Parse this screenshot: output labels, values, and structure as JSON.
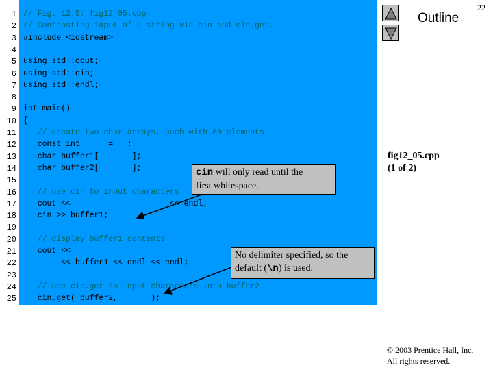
{
  "slide": {
    "page_number": "22",
    "outline_title": "Outline",
    "fig_name": "fig12_05.cpp",
    "fig_part": "(1 of 2)",
    "copyright_line1": "© 2003 Prentice Hall, Inc.",
    "copyright_line2": "All rights reserved."
  },
  "nav": {
    "up_icon": "triangle-up-icon",
    "down_icon": "triangle-down-icon"
  },
  "code": {
    "lines": [
      {
        "no": "1",
        "text": "// Fig. 12.5: fig12_05.cpp"
      },
      {
        "no": "2",
        "text": "// Contrasting input of a string via cin and cin.get."
      },
      {
        "no": "3",
        "text": "#include <iostream>"
      },
      {
        "no": "4",
        "text": ""
      },
      {
        "no": "5",
        "text": "using std::cout;"
      },
      {
        "no": "6",
        "text": "using std::cin;"
      },
      {
        "no": "7",
        "text": "using std::endl;"
      },
      {
        "no": "8",
        "text": ""
      },
      {
        "no": "9",
        "text": "int main()"
      },
      {
        "no": "10",
        "text": "{"
      },
      {
        "no": "11",
        "text": "   // create two char arrays, each with 80 elements"
      },
      {
        "no": "12",
        "text": "   const int      =   ;"
      },
      {
        "no": "13",
        "text": "   char buffer1[       ];"
      },
      {
        "no": "14",
        "text": "   char buffer2[       ];"
      },
      {
        "no": "15",
        "text": ""
      },
      {
        "no": "16",
        "text": "   // use cin to input characters"
      },
      {
        "no": "17",
        "text": "   cout <<                     << endl;"
      },
      {
        "no": "18",
        "text": "   cin >> buffer1;"
      },
      {
        "no": "19",
        "text": ""
      },
      {
        "no": "20",
        "text": "   // display buffer1 contents"
      },
      {
        "no": "21",
        "text": "   cout <<"
      },
      {
        "no": "22",
        "text": "        << buffer1 << endl << endl;"
      },
      {
        "no": "23",
        "text": ""
      },
      {
        "no": "24",
        "text": "   // use cin.get to input characters into buffer2"
      },
      {
        "no": "25",
        "text": "   cin.get( buffer2,       );"
      }
    ]
  },
  "callouts": {
    "cin": {
      "code_word": "cin",
      "text_after": " will only read until the",
      "line2": "first whitespace."
    },
    "delimiter": {
      "line1": "No delimiter specified, so the",
      "line2_before": "default (",
      "line2_code": "\\n",
      "line2_after": ") is used."
    }
  },
  "colors": {
    "code_background": "#0099ff",
    "callout_background": "#c0c0c0",
    "comment_text": "#006666"
  }
}
